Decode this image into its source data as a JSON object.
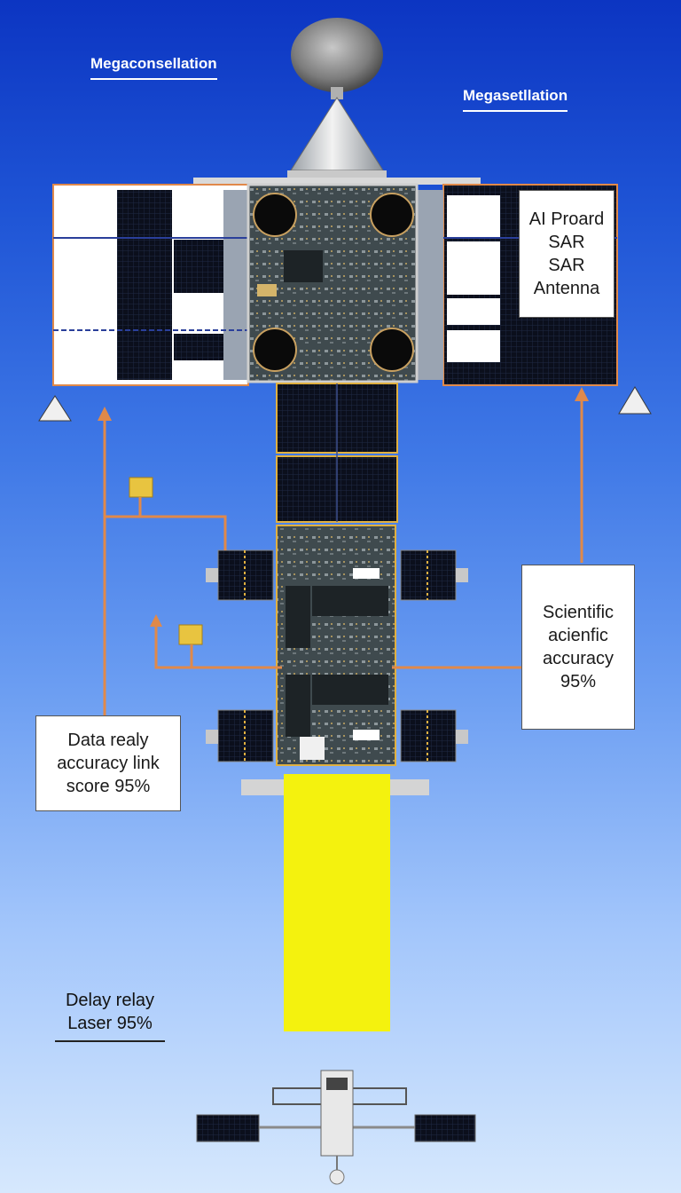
{
  "titles": {
    "left": "Megaconsellation",
    "right": "Megasetllation"
  },
  "callouts": {
    "antenna": {
      "lines": [
        "AI Proard",
        "SAR",
        "SAR",
        "Antenna"
      ]
    },
    "science": {
      "lines": [
        "Scientific",
        "acienfic",
        "accuracy",
        "95%"
      ]
    },
    "relay": {
      "lines": [
        "Data realy",
        "accuracy link",
        "score 95%"
      ]
    },
    "laser": {
      "lines": [
        "Delay relay",
        "Laser 95%"
      ]
    }
  },
  "colors": {
    "connector": "#e0894a",
    "solar_cell": "#0b0f1c",
    "beam": "#f4f20e",
    "board": "#3f4a4e"
  }
}
